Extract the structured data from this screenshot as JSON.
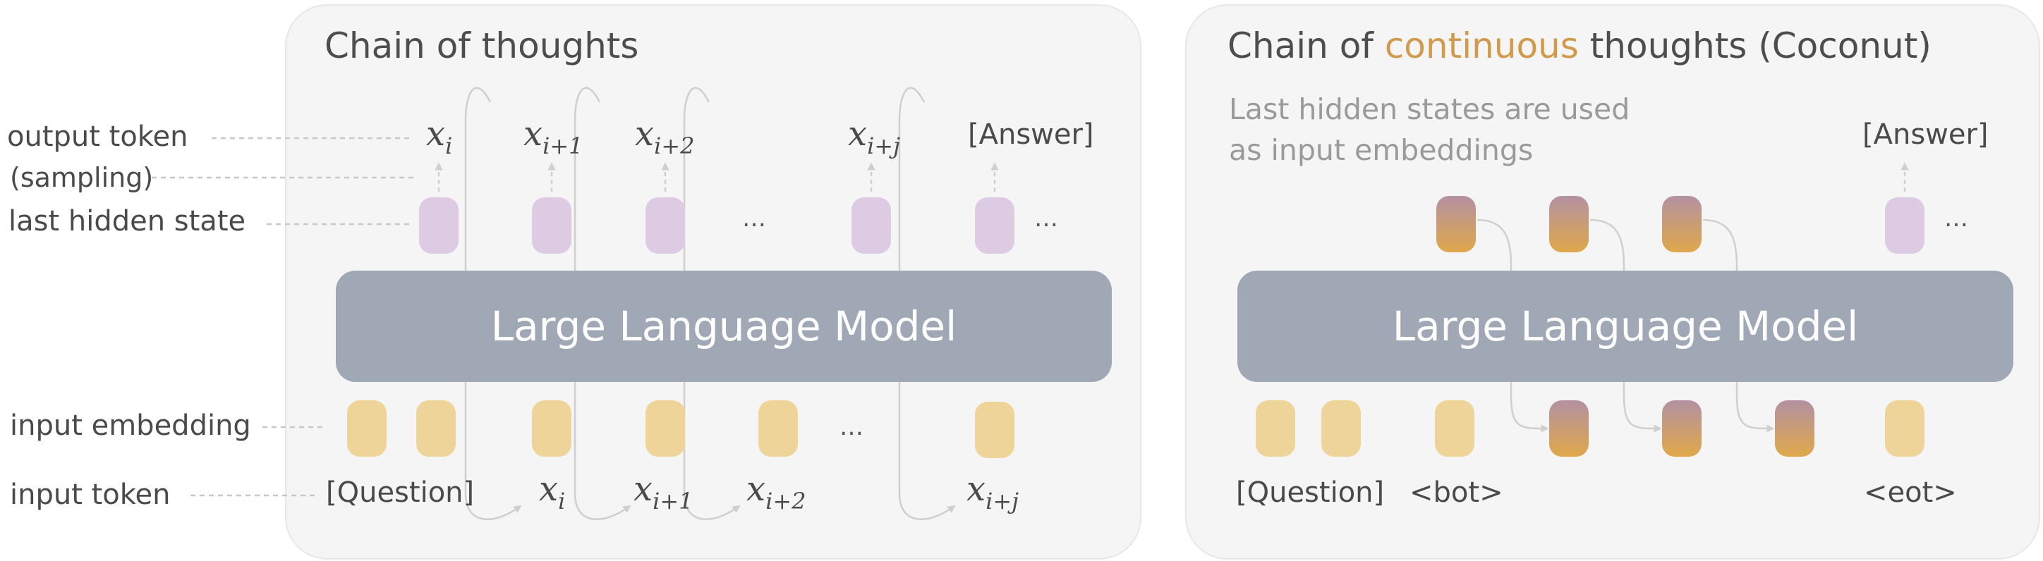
{
  "labels": {
    "output_token": "output token",
    "sampling": "(sampling)",
    "last_hidden_state": "last hidden state",
    "input_embedding": "input embedding",
    "input_token": "input token"
  },
  "cot": {
    "title": "Chain of thoughts",
    "model": "Large Language Model",
    "outputs": [
      {
        "base": "x",
        "sub": "i"
      },
      {
        "base": "x",
        "sub": "i+1"
      },
      {
        "base": "x",
        "sub": "i+2"
      },
      {
        "base": "x",
        "sub": "i+j"
      }
    ],
    "answer": "[Answer]",
    "question": "[Question]",
    "inputs": [
      {
        "base": "x",
        "sub": "i"
      },
      {
        "base": "x",
        "sub": "i+1"
      },
      {
        "base": "x",
        "sub": "i+2"
      },
      {
        "base": "x",
        "sub": "i+j"
      }
    ],
    "ellipsis_hidden": "…",
    "ellipsis_after": "…",
    "ellipsis_input": "…"
  },
  "coconut": {
    "title_prefix": "Chain of ",
    "title_accent": "continuous",
    "title_suffix": " thoughts (Coconut)",
    "subtitle_line1": "Last hidden states are used",
    "subtitle_line2": "as input embeddings",
    "model": "Large Language Model",
    "answer": "[Answer]",
    "question": "[Question]",
    "bot": "<bot>",
    "eot": "<eot>",
    "ellipsis_after": "…"
  },
  "colors": {
    "panel_bg": "#f4f5f4",
    "llm": "#a0a8b6",
    "hidden_state": "#dccbe2",
    "input_embedding": "#efd49a",
    "continuous_thought_top": "#b391a2",
    "continuous_thought_bottom": "#e0a84a",
    "accent": "#d19a4c"
  }
}
